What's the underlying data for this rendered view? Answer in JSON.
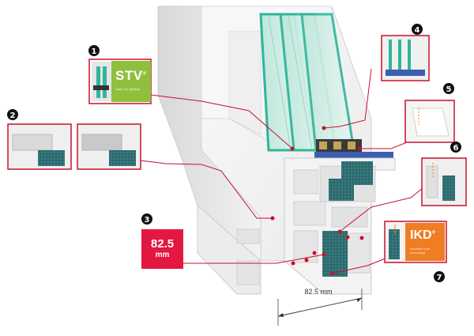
{
  "callouts": [
    {
      "id": "1",
      "label": "1"
    },
    {
      "id": "2",
      "label": "2"
    },
    {
      "id": "3",
      "label": "3"
    },
    {
      "id": "4",
      "label": "4"
    },
    {
      "id": "5",
      "label": "5"
    },
    {
      "id": "6",
      "label": "6"
    },
    {
      "id": "7",
      "label": "7"
    }
  ],
  "stv_tag": {
    "brand": "STV",
    "brand_mark": "®",
    "caption": "Static dry glazing"
  },
  "ikd_tag": {
    "brand": "IKD",
    "brand_mark": "®",
    "caption": "Insulated core technology"
  },
  "depth_badge": {
    "value": "82.5",
    "unit": "mm"
  },
  "dimension_label": "82.5 mm",
  "colors": {
    "accent_red": "#c8102e",
    "badge_red": "#e3173f",
    "stv_green": "#8fbf3d",
    "ikd_orange": "#ef7d22",
    "glass_green": "#2fb59a",
    "insulation_teal": "#2f6f73",
    "frame_white": "#f4f4f4"
  }
}
